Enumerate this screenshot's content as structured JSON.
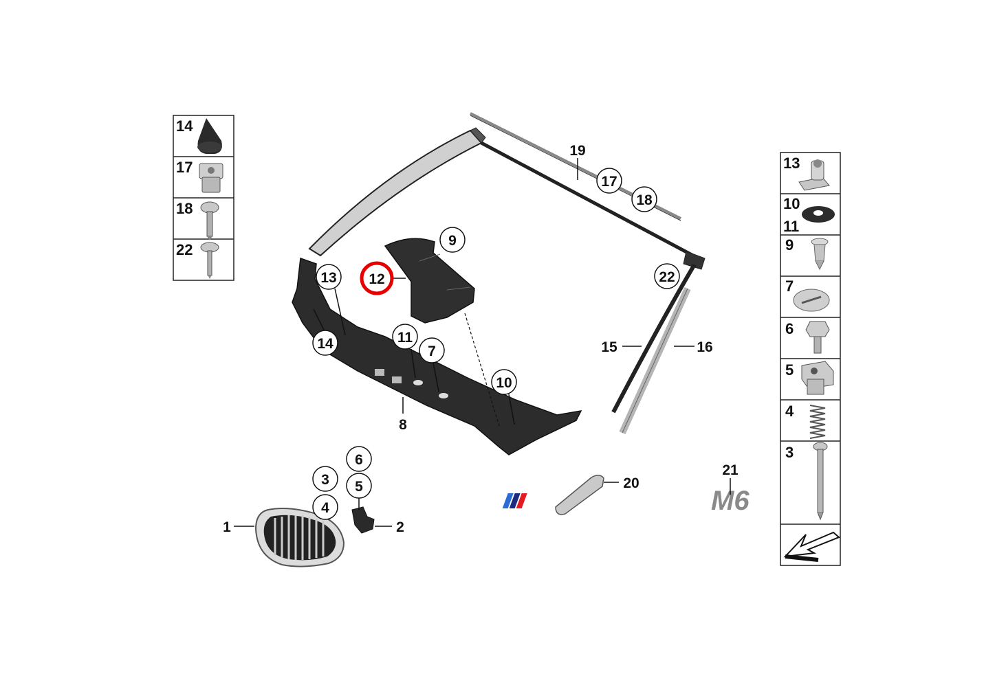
{
  "diagram": {
    "highlighted_callout": "12",
    "highlight_color": "#e60000",
    "brand_badge": "M6",
    "left_panel": [
      "14",
      "17",
      "18",
      "22"
    ],
    "right_panel": [
      "13",
      "10",
      "11",
      "9",
      "7",
      "6",
      "5",
      "4",
      "3"
    ],
    "right_panel_footer_icon": "arrow-down-left-icon",
    "callouts": {
      "c19": "19",
      "c17": "17",
      "c18": "18",
      "c9": "9",
      "c12": "12",
      "c13": "13",
      "c22": "22",
      "c14": "14",
      "c11": "11",
      "c7": "7",
      "c10": "10",
      "c15": "15",
      "c16": "16",
      "c8": "8",
      "c6": "6",
      "c3": "3",
      "c5": "5",
      "c4": "4",
      "c1": "1",
      "c2": "2",
      "c20": "20",
      "c21": "21"
    }
  }
}
